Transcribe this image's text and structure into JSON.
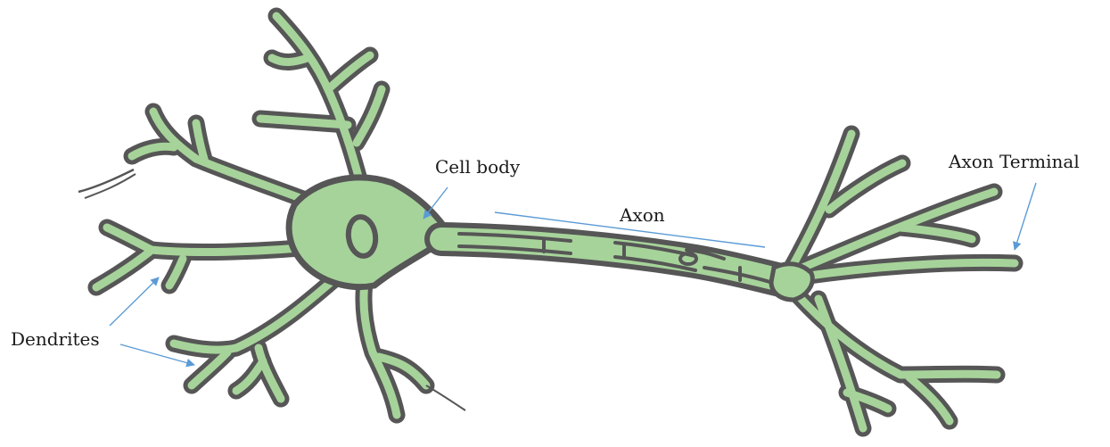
{
  "labels": {
    "cell_body": "Cell body",
    "axon": "Axon",
    "axon_terminal": "Axon Terminal",
    "dendrites": "Dendrites"
  },
  "colors": {
    "cytoplasm": "#a6d39a",
    "membrane": "#565656",
    "pointer": "#5b9bd5",
    "text": "#1a1a1a"
  }
}
